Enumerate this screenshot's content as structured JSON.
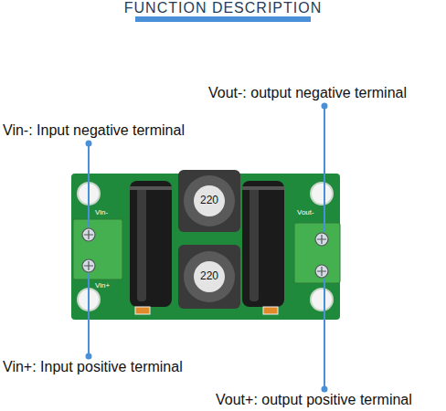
{
  "diagram": {
    "title": "FUNCTION DESCRIPTION",
    "labels": [
      "Vout-: output negative terminal",
      "Vin-: Input negative terminal",
      "220",
      "Vin-",
      "Vout-",
      "220",
      "Vin+",
      "Vin+: Input positive terminal",
      "Vout+: output positive terminal"
    ]
  }
}
